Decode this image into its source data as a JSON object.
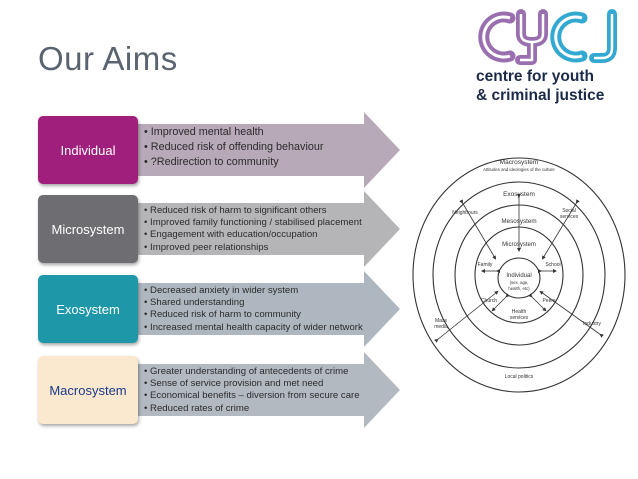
{
  "slide": {
    "title": "Our Aims"
  },
  "logo": {
    "letters": "CYCJ",
    "line1": "centre for youth",
    "line2": "& criminal justice"
  },
  "rows": [
    {
      "label": "Individual",
      "box_color": "#a01f7d",
      "label_color": "#ffffff",
      "arrow_color": "#b8a9b8",
      "bullets": [
        "Improved mental health",
        "Reduced risk of offending behaviour",
        "?Redirection to community"
      ]
    },
    {
      "label": "Microsystem",
      "box_color": "#6e6e72",
      "label_color": "#ffffff",
      "arrow_color": "#b5b5b8",
      "bullets": [
        "Reduced risk of harm to  significant others",
        "Improved family functioning / stabilised placement",
        "Engagement with education/occupation",
        "Improved peer relationships"
      ]
    },
    {
      "label": "Exosystem",
      "box_color": "#1e98a8",
      "label_color": "#ffffff",
      "arrow_color": "#aeb7c0",
      "bullets": [
        "Decreased anxiety in wider system",
        "Shared understanding",
        "Reduced risk of harm  to  community",
        "Increased mental health capacity of wider network"
      ]
    },
    {
      "label": "Macrosystem",
      "box_color": "#fbe9cf",
      "label_color": "#1a3a8a",
      "arrow_color": "#b3b9c1",
      "bullets": [
        "Greater understanding of antecedents of crime",
        "Sense of service provision and met need",
        "Economical benefits – diversion from secure care",
        "Reduced rates of crime"
      ]
    }
  ],
  "diagram": {
    "macrosystem": "Macrosystem",
    "macrosystem_sub": "Attitudes and ideologies of the culture",
    "exosystem": "Exosystem",
    "mesosystem": "Mesosystem",
    "microsystem": "Microsystem",
    "individual": "Individual",
    "individual_sub1": "(sex, age,",
    "individual_sub2": "health, etc)",
    "family": "Family",
    "school": "School",
    "church": "Church",
    "peers": "Peers",
    "health1": "Health",
    "health2": "services",
    "neighbours": "Neighbours",
    "social1": "Social",
    "social2": "services",
    "mass1": "Mass",
    "mass2": "media",
    "industry": "Industry",
    "local_politics": "Local politics"
  }
}
